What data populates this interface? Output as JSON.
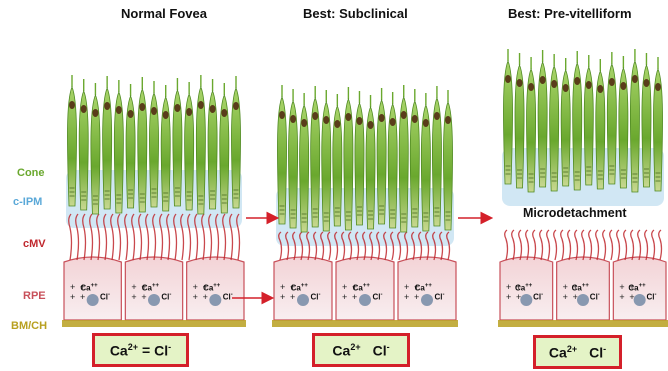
{
  "panels": [
    {
      "title": "Normal Fovea"
    },
    {
      "title": "Best: Subclinical"
    },
    {
      "title": "Best: Pre-vitelliform"
    }
  ],
  "labels": {
    "cone": "Cone",
    "cipm": "c-IPM",
    "cmv": "cMV",
    "rpe": "RPE",
    "bmch": "BM/CH"
  },
  "annotation": "Microdetachment",
  "ion_boxes": [
    {
      "ca": "Ca",
      "ca_charge": "2+",
      "eq": "=",
      "cl": "Cl",
      "cl_charge": "-"
    },
    {
      "ca": "Ca",
      "ca_charge": "2+",
      "cl": "Cl",
      "cl_charge": "-"
    },
    {
      "ca": "Ca",
      "ca_charge": "2+",
      "cl": "Cl",
      "cl_charge": "-"
    }
  ],
  "cell_ions": {
    "ca": "Ca",
    "ca_charge": "++",
    "cl": "Cl",
    "cl_charge": "-"
  },
  "colors": {
    "cone": "#7fb83a",
    "cipm": "#5aa8d8",
    "cmv": "#c0282e",
    "rpe": "#c8505a",
    "bmch": "#b8a020",
    "arrow": "#d4202a"
  }
}
